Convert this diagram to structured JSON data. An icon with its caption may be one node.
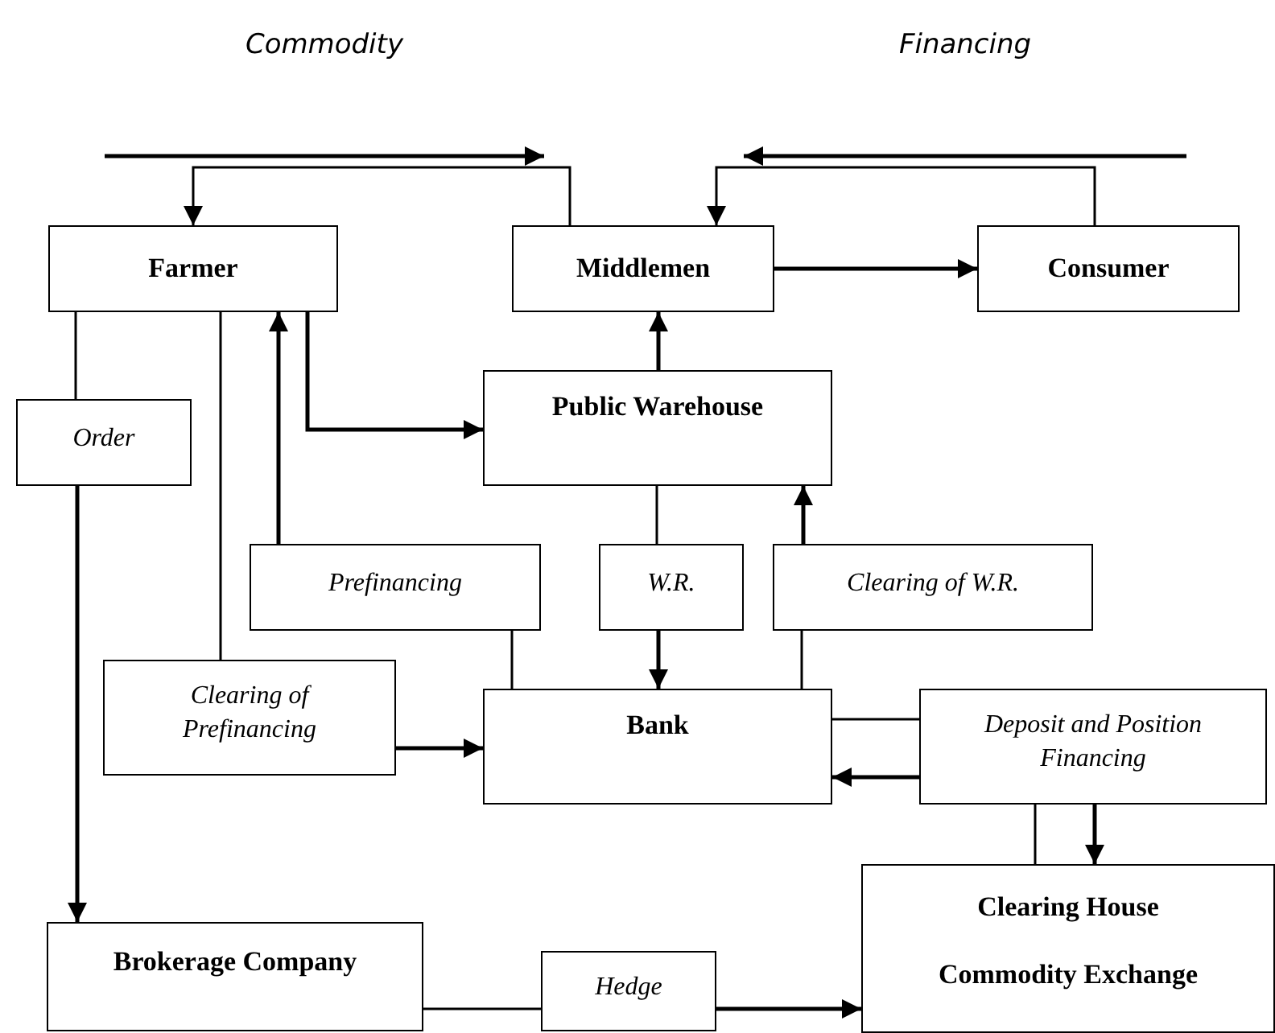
{
  "diagram": {
    "nodes": [
      {
        "text": [
          "Farmer"
        ]
      },
      {
        "text": [
          "Middlemen"
        ]
      },
      {
        "text": [
          "Consumer"
        ]
      },
      {
        "text": [
          "Public Warehouse"
        ]
      },
      {
        "text": [
          "Order"
        ]
      },
      {
        "text": [
          "Prefinancing"
        ]
      },
      {
        "text": [
          "W.R."
        ]
      },
      {
        "text": [
          "Clearing of W.R."
        ]
      },
      {
        "text": [
          "Clearing of Prefinancing"
        ]
      },
      {
        "text": [
          "Bank"
        ]
      },
      {
        "text": [
          "Deposit and Position Financing"
        ]
      },
      {
        "text": [
          "Brokerage Company"
        ]
      },
      {
        "text": [
          "Hedge"
        ]
      },
      {
        "text": [
          "Clearing House",
          "Commodity Exchange"
        ]
      }
    ],
    "edges": [
      {
        "from": 1,
        "to": 0,
        "arrow": "to"
      },
      {
        "from": 2,
        "to": 1,
        "arrow": "to"
      },
      {
        "from": 1,
        "to": 2,
        "arrow": "to"
      },
      {
        "from": 3,
        "to": 1,
        "arrow": "to"
      },
      {
        "from": 0,
        "to": 3,
        "arrow": "to"
      },
      {
        "from": 0,
        "to": 4,
        "arrow": "none"
      },
      {
        "from": 4,
        "to": 11,
        "arrow": "to"
      },
      {
        "from": 5,
        "to": 0,
        "arrow": "to"
      },
      {
        "from": 0,
        "to": 8,
        "arrow": "none"
      },
      {
        "from": 8,
        "to": 9,
        "arrow": "to"
      },
      {
        "from": 5,
        "to": 9,
        "arrow": "none"
      },
      {
        "from": 3,
        "to": 6,
        "arrow": "none"
      },
      {
        "from": 6,
        "to": 9,
        "arrow": "to"
      },
      {
        "from": 7,
        "to": 3,
        "arrow": "to"
      },
      {
        "from": 9,
        "to": 7,
        "arrow": "none"
      },
      {
        "from": 9,
        "to": 10,
        "arrow": "none"
      },
      {
        "from": 10,
        "to": 9,
        "arrow": "to"
      },
      {
        "from": 10,
        "to": 13,
        "arrow": "none"
      },
      {
        "from": 10,
        "to": 13,
        "arrow": "to"
      },
      {
        "from": 11,
        "to": 12,
        "arrow": "none"
      },
      {
        "from": 12,
        "to": 13,
        "arrow": "to"
      }
    ],
    "labels": [
      "Commodity",
      "Financing"
    ]
  }
}
